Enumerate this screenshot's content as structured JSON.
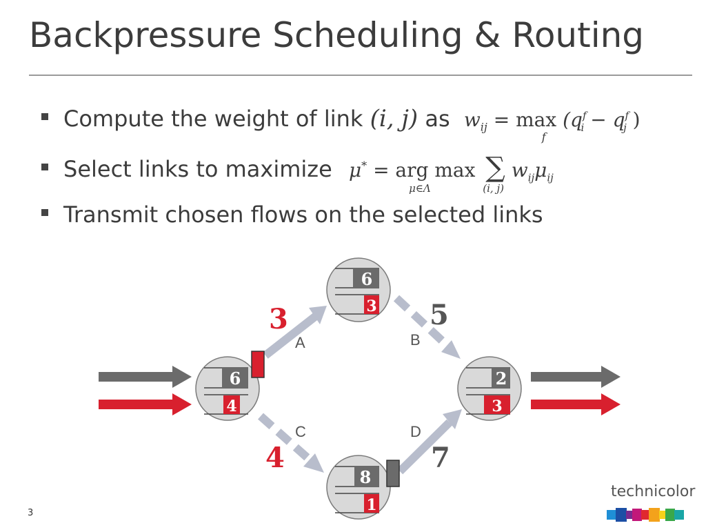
{
  "title": "Backpressure Scheduling & Routing",
  "bullets": [
    {
      "text": "Compute the weight of link",
      "suffix": "as"
    },
    {
      "text": "Select links to maximize"
    },
    {
      "text": "Transmit chosen flows on the selected links"
    }
  ],
  "formulas": {
    "pair": "(i, j)",
    "weight_lhs": "w",
    "weight_sub": "ij",
    "weight_eq": "= max",
    "weight_under": "f",
    "weight_rhs": "(q",
    "weight_i": "i",
    "weight_minus": "− q",
    "weight_j": "j",
    "weight_close": ")",
    "weight_sup": "f",
    "argmax_lhs": "μ",
    "argmax_sup": "*",
    "argmax_eq": "= arg max",
    "argmax_under": "μ∈Λ",
    "sum_sym": "∑",
    "sum_under": "(i, j)",
    "sum_body": "w",
    "sum_body_sub": "ij",
    "sum_mu": "μ",
    "sum_mu_sub": "ij"
  },
  "diagram": {
    "links": [
      {
        "label": "A",
        "weight": "3",
        "weight_color": "#d8202e"
      },
      {
        "label": "B",
        "weight": "5",
        "weight_color": "#555555"
      },
      {
        "label": "C",
        "weight": "4",
        "weight_color": "#d8202e"
      },
      {
        "label": "D",
        "weight": "7",
        "weight_color": "#555555"
      }
    ],
    "nodes": {
      "left": {
        "gray": "6",
        "red": "4"
      },
      "top": {
        "gray": "6",
        "red": "3"
      },
      "right": {
        "gray": "2",
        "red": "3"
      },
      "bottom": {
        "gray": "8",
        "red": "1"
      }
    },
    "colors": {
      "gray": "#6b6b6b",
      "red": "#d8202e",
      "link": "#b8bdcc",
      "node": "#d9d9d9"
    }
  },
  "slide_number": "3",
  "logo": {
    "text": "technicolor",
    "colors": [
      "#1f8fd6",
      "#1c4fa5",
      "#7a2b8f",
      "#c2187a",
      "#e0282f",
      "#f3a21b",
      "#f5d21a",
      "#3aa84a",
      "#1aa6a6"
    ]
  }
}
